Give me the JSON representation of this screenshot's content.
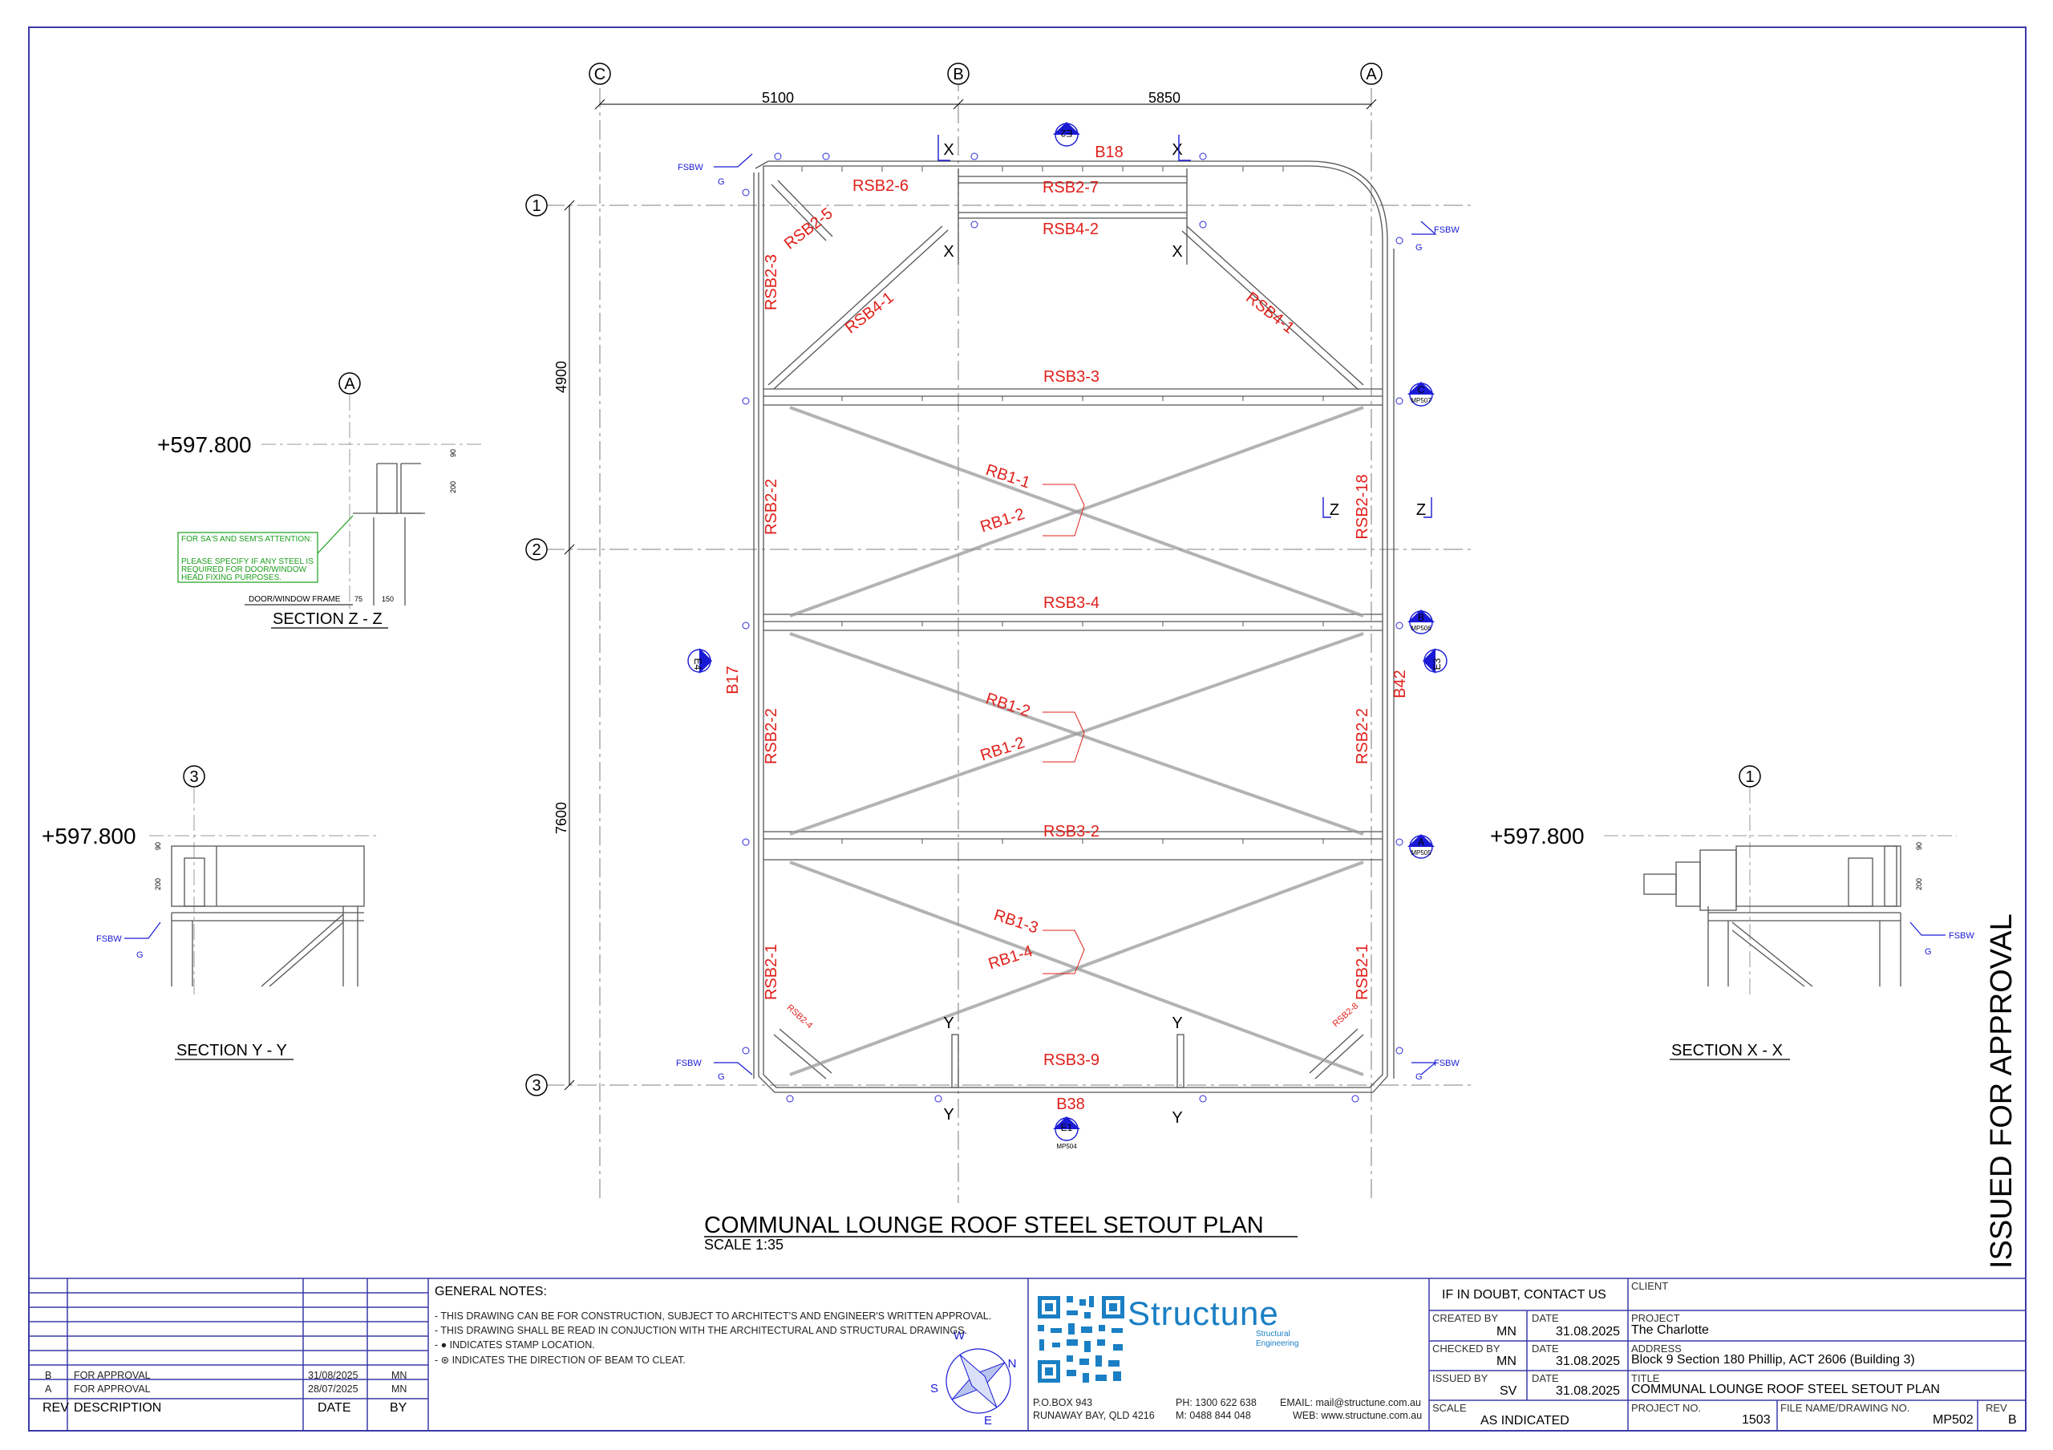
{
  "drawing": {
    "title": "COMMUNAL LOUNGE ROOF STEEL SETOUT PLAN",
    "scale_label": "SCALE  1:35",
    "stamp": "ISSUED FOR APPROVAL",
    "grid_columns": [
      "C",
      "B",
      "A"
    ],
    "grid_rows": [
      "1",
      "2",
      "3"
    ],
    "dims_top": [
      "5100",
      "5850"
    ],
    "dims_left": [
      "4900",
      "7600"
    ],
    "beams_red": {
      "b18": "B18",
      "b17": "B17",
      "b42": "B42",
      "b38": "B38",
      "rsb2_6": "RSB2-6",
      "rsb2_7": "RSB2-7",
      "rsb4_2": "RSB4-2",
      "rsb2_5": "RSB2-5",
      "rsb2_3": "RSB2-3",
      "rsb4_1_left": "RSB4-1",
      "rsb4_1_right": "RSB4-1",
      "rsb3_3": "RSB3-3",
      "rsb3_4": "RSB3-4",
      "rsb3_2": "RSB3-2",
      "rsb3_9": "RSB3-9",
      "rsb2_2_a": "RSB2-2",
      "rsb2_2_b": "RSB2-2",
      "rsb2_2_c": "RSB2-2",
      "rsb2_18": "RSB2-18",
      "rsb2_1_left": "RSB2-1",
      "rsb2_1_right": "RSB2-1",
      "rsb2_4": "RSB2-4",
      "rsb2_8": "RSB2-8",
      "rb1_1": "RB1-1",
      "rb1_2_a": "RB1-2",
      "rb1_2_b": "RB1-2",
      "rb1_2_c": "RB1-2",
      "rb1_3": "RB1-3",
      "rb1_4": "RB1-4"
    },
    "section_marks": {
      "x": "X",
      "y": "Y",
      "z": "Z"
    },
    "callouts": {
      "e2": "E2",
      "e4": "E4",
      "e3": "E3",
      "e1": "E1",
      "c": "C",
      "b": "B",
      "a": "A",
      "ref_mp504": "MP504",
      "ref_mp507": "MP507",
      "ref_mp506": "MP506",
      "ref_mp505": "MP505"
    },
    "fsbw": "FSBW",
    "g": "G"
  },
  "sections": {
    "zz": {
      "title": "SECTION  Z - Z",
      "grid": "A",
      "level": "+597.800",
      "note_lines": [
        "FOR SA'S AND SEM'S ATTENTION:",
        "PLEASE SPECIFY IF ANY STEEL IS",
        "REQUIRED FOR DOOR/WINDOW",
        "HEAD FIXING PURPOSES."
      ],
      "frame_label": "DOOR/WINDOW FRAME",
      "dims": [
        "90",
        "200",
        "75",
        "150"
      ]
    },
    "yy": {
      "title": "SECTION  Y - Y",
      "grid": "3",
      "level": "+597.800",
      "dims": [
        "90",
        "200"
      ]
    },
    "xx": {
      "title": "SECTION  X - X",
      "grid": "1",
      "level": "+597.800",
      "dims": [
        "90",
        "200"
      ]
    }
  },
  "revisions": {
    "headers": {
      "rev": "REV",
      "description": "DESCRIPTION",
      "date": "DATE",
      "by": "BY"
    },
    "rows": [
      {
        "rev": "B",
        "description": "FOR APPROVAL",
        "date": "31/08/2025",
        "by": "MN"
      },
      {
        "rev": "A",
        "description": "FOR APPROVAL",
        "date": "28/07/2025",
        "by": "MN"
      }
    ]
  },
  "general_notes": {
    "heading": "GENERAL NOTES:",
    "lines": [
      "- THIS DRAWING CAN BE FOR CONSTRUCTION, SUBJECT TO ARCHITECT'S AND ENGINEER'S WRITTEN APPROVAL.",
      "- THIS DRAWING SHALL BE READ IN CONJUCTION WITH THE ARCHITECTURAL AND STRUCTURAL DRAWINGS.",
      "- ● INDICATES STAMP LOCATION.",
      "- ⊛ INDICATES THE DIRECTION OF BEAM TO CLEAT."
    ]
  },
  "compass": {
    "n": "N",
    "s": "S",
    "e": "E",
    "w": "W"
  },
  "company": {
    "name": "Structune",
    "tagline_1": "Structural",
    "tagline_2": "Engineering",
    "po_box": "P.O.BOX 943",
    "suburb": "RUNAWAY BAY, QLD 4216",
    "ph": "PH:  1300 622 638",
    "mobile": "M:   0488 844 048",
    "email": "EMAIL: mail@structune.com.au",
    "web": "WEB: www.structune.com.au"
  },
  "titleblock": {
    "if_in_doubt": "IF IN DOUBT, CONTACT US",
    "created_by_label": "CREATED BY",
    "created_by": "MN",
    "checked_by_label": "CHECKED BY",
    "checked_by": "MN",
    "issued_by_label": "ISSUED BY",
    "issued_by": "SV",
    "date_label": "DATE",
    "created_date": "31.08.2025",
    "checked_date": "31.08.2025",
    "issued_date": "31.08.2025",
    "scale_label": "SCALE",
    "scale": "AS INDICATED",
    "client_label": "CLIENT",
    "client": "",
    "project_label": "PROJECT",
    "project": "The Charlotte",
    "address_label": "ADDRESS",
    "address": "Block 9 Section 180 Phillip, ACT 2606 (Building 3)",
    "title_label": "TITLE",
    "title": "COMMUNAL LOUNGE ROOF STEEL SETOUT PLAN",
    "project_no_label": "PROJECT NO.",
    "project_no": "1503",
    "file_label": "FILE NAME/DRAWING NO.",
    "file": "MP502",
    "rev_label": "REV",
    "rev": "B"
  },
  "colors": {
    "red_label": "#e0201b",
    "blue_symbol": "#1a1ad6",
    "border": "#3a3aa8",
    "steel": "#555555",
    "note_green": "#1a9e1a",
    "structune_blue": "#1a7fc4"
  }
}
